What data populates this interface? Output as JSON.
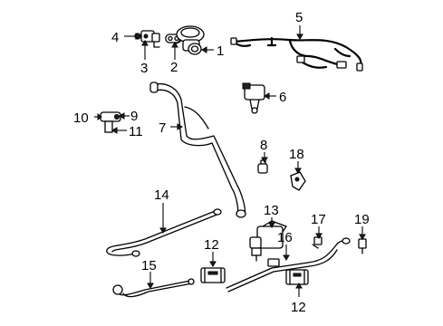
{
  "callouts": [
    {
      "id": "c1",
      "text": "1"
    },
    {
      "id": "c2",
      "text": "2"
    },
    {
      "id": "c3",
      "text": "3"
    },
    {
      "id": "c4",
      "text": "4"
    },
    {
      "id": "c5",
      "text": "5"
    },
    {
      "id": "c6",
      "text": "6"
    },
    {
      "id": "c7",
      "text": "7"
    },
    {
      "id": "c8",
      "text": "8"
    },
    {
      "id": "c9",
      "text": "9"
    },
    {
      "id": "c10",
      "text": "10"
    },
    {
      "id": "c11",
      "text": "11"
    },
    {
      "id": "c12a",
      "text": "12"
    },
    {
      "id": "c12b",
      "text": "12"
    },
    {
      "id": "c13",
      "text": "13"
    },
    {
      "id": "c14",
      "text": "14"
    },
    {
      "id": "c15",
      "text": "15"
    },
    {
      "id": "c16",
      "text": "16"
    },
    {
      "id": "c17",
      "text": "17"
    },
    {
      "id": "c18",
      "text": "18"
    },
    {
      "id": "c19",
      "text": "19"
    }
  ]
}
